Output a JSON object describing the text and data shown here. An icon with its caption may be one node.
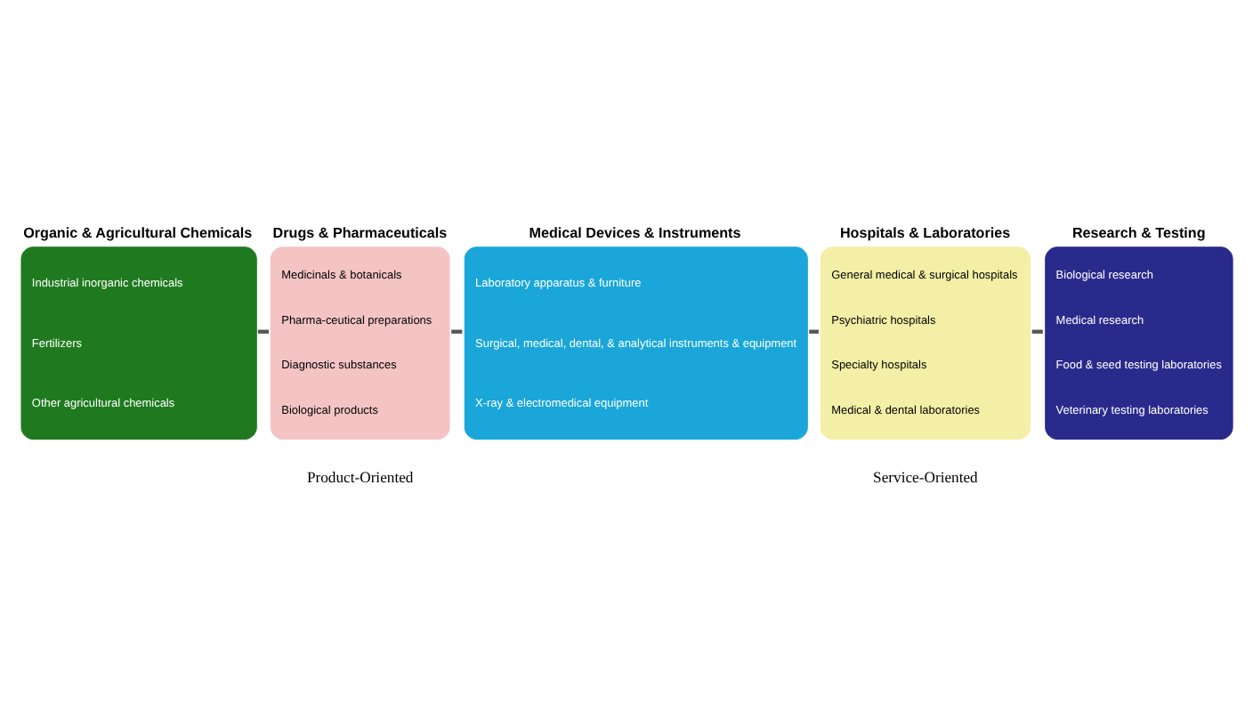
{
  "diagram": {
    "nodes": [
      {
        "text": [
          "Organic & Agricultural Chemicals",
          "Industrial inorganic chemicals",
          "Fertilizers",
          "Other agricultural chemicals"
        ]
      },
      {
        "text": [
          "Drugs & Pharmaceuticals",
          "Medicinals & botanicals",
          "Pharma-ceutical preparations",
          "Diagnostic substances",
          "Biological products"
        ]
      },
      {
        "text": [
          "Medical Devices & Instruments",
          "Laboratory apparatus & furniture",
          "Surgical, medical, dental, & analytical instruments & equipment",
          "X-ray & electromedical equipment"
        ]
      },
      {
        "text": [
          "Hospitals & Laboratories",
          "General medical & surgical hospitals",
          "Psychiatric hospitals",
          "Specialty hospitals",
          "Medical & dental laboratories"
        ]
      },
      {
        "text": [
          "Research & Testing",
          "Biological research",
          "Medical research",
          "Food & seed testing laboratories",
          "Veterinary testing laboratories"
        ]
      }
    ],
    "edges": [
      {
        "from": 0,
        "to": 1,
        "arrow": "none"
      },
      {
        "from": 1,
        "to": 2,
        "arrow": "none"
      },
      {
        "from": 2,
        "to": 3,
        "arrow": "none"
      },
      {
        "from": 3,
        "to": 4,
        "arrow": "none"
      }
    ],
    "labels": [
      "Product-Oriented",
      "Service-Oriented"
    ]
  }
}
